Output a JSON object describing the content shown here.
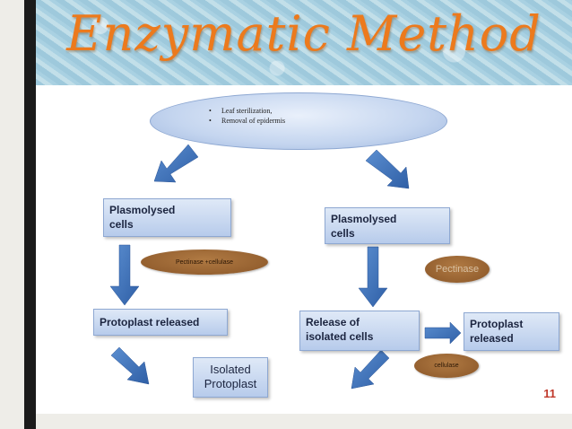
{
  "title": "Enzymatic Method",
  "top_ellipse": {
    "items": [
      "Leaf sterilization,",
      "Removal of epidermis"
    ]
  },
  "left_branch": {
    "box1": [
      "Plasmolysed",
      "cells"
    ],
    "enzyme": "Pectinase +cellulase",
    "box2": "Protoplast released",
    "result": [
      "Isolated",
      "Protoplast"
    ]
  },
  "right_branch": {
    "box1": [
      "Plasmolysed",
      "cells"
    ],
    "enzyme1": "Pectinase",
    "box2": [
      "Release of",
      "isolated cells"
    ],
    "enzyme2": "cellulase",
    "box3": [
      "Protoplast",
      "released"
    ]
  },
  "slide_number": "11",
  "colors": {
    "title": "#ec7a1d",
    "box_fill": "#c9d9f0",
    "arrow": "#3f71b8",
    "enzyme_oval": "#9a6533"
  }
}
